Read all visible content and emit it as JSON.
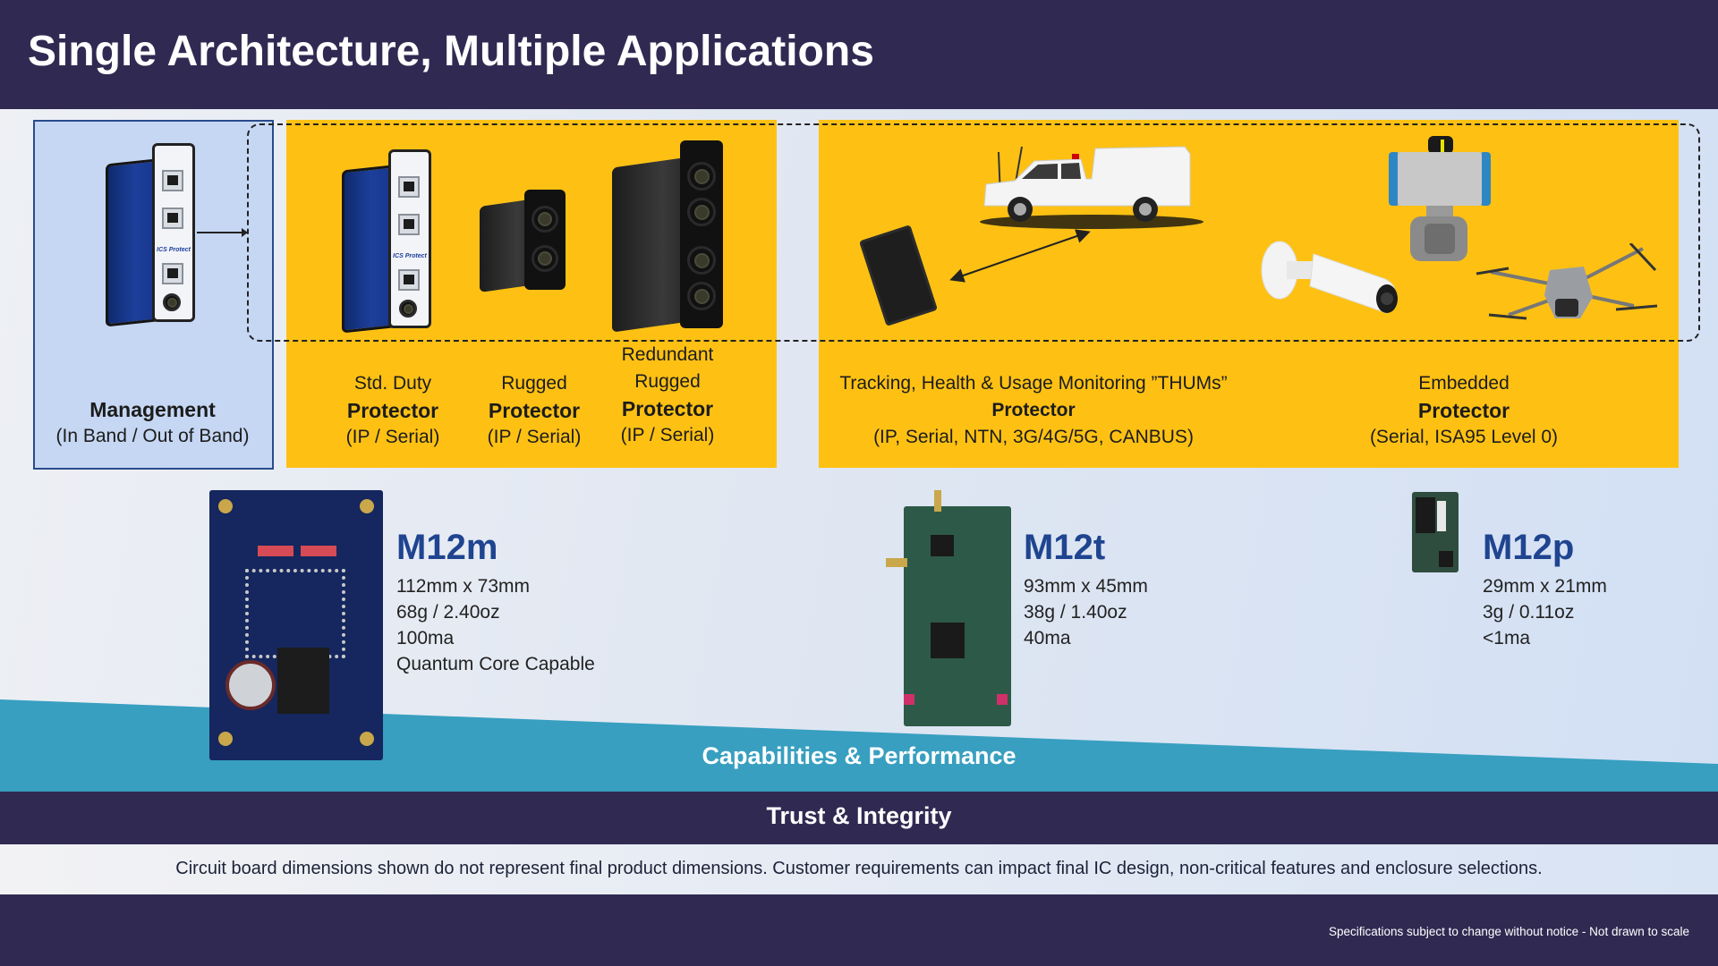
{
  "header": {
    "title": "Single Architecture, Multiple Applications"
  },
  "management": {
    "title": "Management",
    "subtitle": "(In Band / Out of Band)",
    "device_label": "ICS Protect"
  },
  "protectors": [
    {
      "line1": "Std. Duty",
      "line2": "Protector",
      "line3": "(IP / Serial)"
    },
    {
      "line1": "Rugged",
      "line2": "Protector",
      "line3": "(IP / Serial)"
    },
    {
      "line0": "Redundant",
      "line1": "Rugged",
      "line2": "Protector",
      "line3": "(IP / Serial)"
    }
  ],
  "applications": [
    {
      "line1": "Tracking, Health & Usage Monitoring ”THUMs”",
      "line2": "Protector",
      "line3": "(IP, Serial, NTN, 3G/4G/5G, CANBUS)",
      "icons": [
        "tracker-device-icon",
        "truck-icon",
        "bidirectional-arrow-icon"
      ]
    },
    {
      "line1": "Embedded",
      "line2": "Protector",
      "line3": "(Serial, ISA95 Level 0)",
      "icons": [
        "valve-actuator-icon",
        "security-camera-icon",
        "drone-icon"
      ]
    }
  ],
  "boards": [
    {
      "name": "M12m",
      "specs": [
        "112mm x 73mm",
        "68g / 2.40oz",
        "100ma",
        "Quantum Core Capable"
      ]
    },
    {
      "name": "M12t",
      "specs": [
        "93mm x 45mm",
        "38g / 1.40oz",
        "40ma"
      ]
    },
    {
      "name": "M12p",
      "specs": [
        "29mm x 21mm",
        "3g / 0.11oz",
        "<1ma"
      ]
    }
  ],
  "bands": {
    "capabilities": "Capabilities & Performance",
    "trust": "Trust & Integrity"
  },
  "disclaimer": "Circuit board dimensions shown do not represent final product dimensions. Customer requirements can impact final IC design, non-critical features and enclosure selections.",
  "footnote": "Specifications subject to change without notice - Not drawn to scale",
  "colors": {
    "header_bg": "#302a52",
    "accent_yellow": "#fec113",
    "management_fill": "#c5d7f3",
    "management_border": "#2a4b8c",
    "teal_band": "#389fc0",
    "model_blue": "#1f4490"
  }
}
